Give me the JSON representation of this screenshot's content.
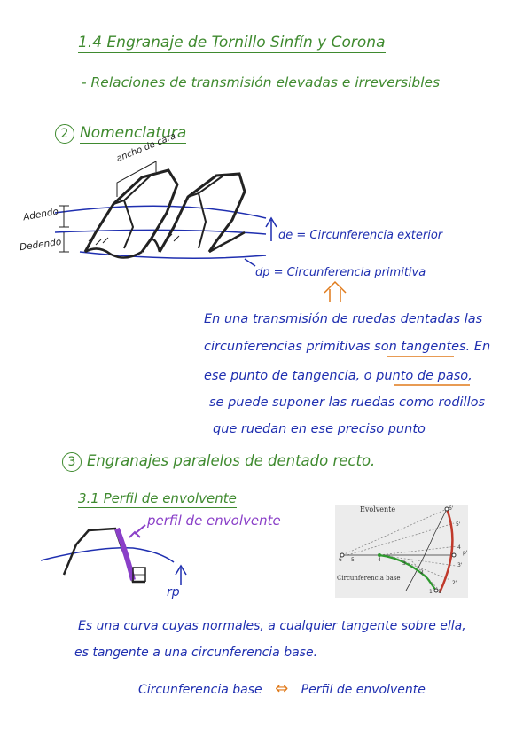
{
  "title": "1.4 Engranaje de Tornillo Sinfín y Corona",
  "subtitle": "- Relaciones de transmisión elevadas e irreversibles",
  "section2": {
    "number": "2",
    "label": "Nomenclatura"
  },
  "gear_labels": {
    "ancho_de_cara": "ancho de cara",
    "adendo": "Adendo",
    "dedendo": "Dedendo",
    "de": "de = Circunferencia exterior",
    "dp": "dp = Circunferencia primitiva"
  },
  "note_lines": [
    "En una transmisión de ruedas dentadas las",
    "circunferencias primitivas son tangentes. En",
    "ese punto de tangencia, o punto de paso,",
    "se puede suponer las ruedas como rodillos",
    "que ruedan en ese preciso punto"
  ],
  "section3": {
    "number": "3",
    "label": "Engranajes paralelos de dentado recto."
  },
  "subsection": "3.1 Perfil de envolvente",
  "profile_label": "perfil de envolvente",
  "rp_label": "rp",
  "figure": {
    "title": "Evolvente",
    "base_label": "Circunferencia base",
    "points": [
      "6'",
      "5'",
      "4",
      "p'",
      "3'",
      "2'",
      "1'",
      "1",
      "2",
      "3",
      "4",
      "5",
      "6"
    ]
  },
  "definition_lines": [
    "Es una curva cuyas normales, a cualquier tangente sobre ella,",
    "es tangente a una circunferencia base."
  ],
  "equivalence": {
    "left": "Circunferencia base",
    "arrow": "⇔",
    "right": "Perfil de envolvente"
  },
  "colors": {
    "green": "#3f8a2f",
    "blue": "#1f2fb0",
    "purple": "#8a3fc8",
    "orange": "#e07a1a",
    "red": "#c0392b"
  }
}
